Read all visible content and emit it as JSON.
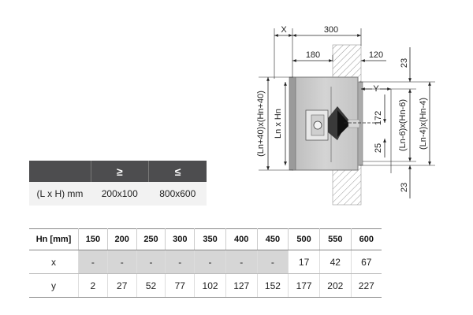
{
  "drawing": {
    "dim_x": "X",
    "dim_300": "300",
    "dim_180": "180",
    "dim_120": "120",
    "dim_23_top": "23",
    "dim_23_bottom": "23",
    "dim_y": "Y",
    "dim_ln40": "(Ln+40)x(Hn+40)",
    "dim_lnhn": "Ln x Hn",
    "dim_ln6": "(Ln-6)x(Hn-6)",
    "dim_ln4": "(Ln-4)x(Hn-4)",
    "dim_172": "172",
    "dim_25": "25"
  },
  "size_table": {
    "headers": [
      "",
      "≥",
      "≤"
    ],
    "row": {
      "label": "(L x H) mm",
      "min": "200x100",
      "max": "800x600"
    }
  },
  "hn_table": {
    "header_label": "Hn [mm]",
    "columns": [
      "150",
      "200",
      "250",
      "300",
      "350",
      "400",
      "450",
      "500",
      "550",
      "600"
    ],
    "rows": [
      {
        "label": "x",
        "values": [
          "-",
          "-",
          "-",
          "-",
          "-",
          "-",
          "-",
          "17",
          "42",
          "67"
        ]
      },
      {
        "label": "y",
        "values": [
          "2",
          "27",
          "52",
          "77",
          "102",
          "127",
          "152",
          "177",
          "202",
          "227"
        ]
      }
    ]
  }
}
